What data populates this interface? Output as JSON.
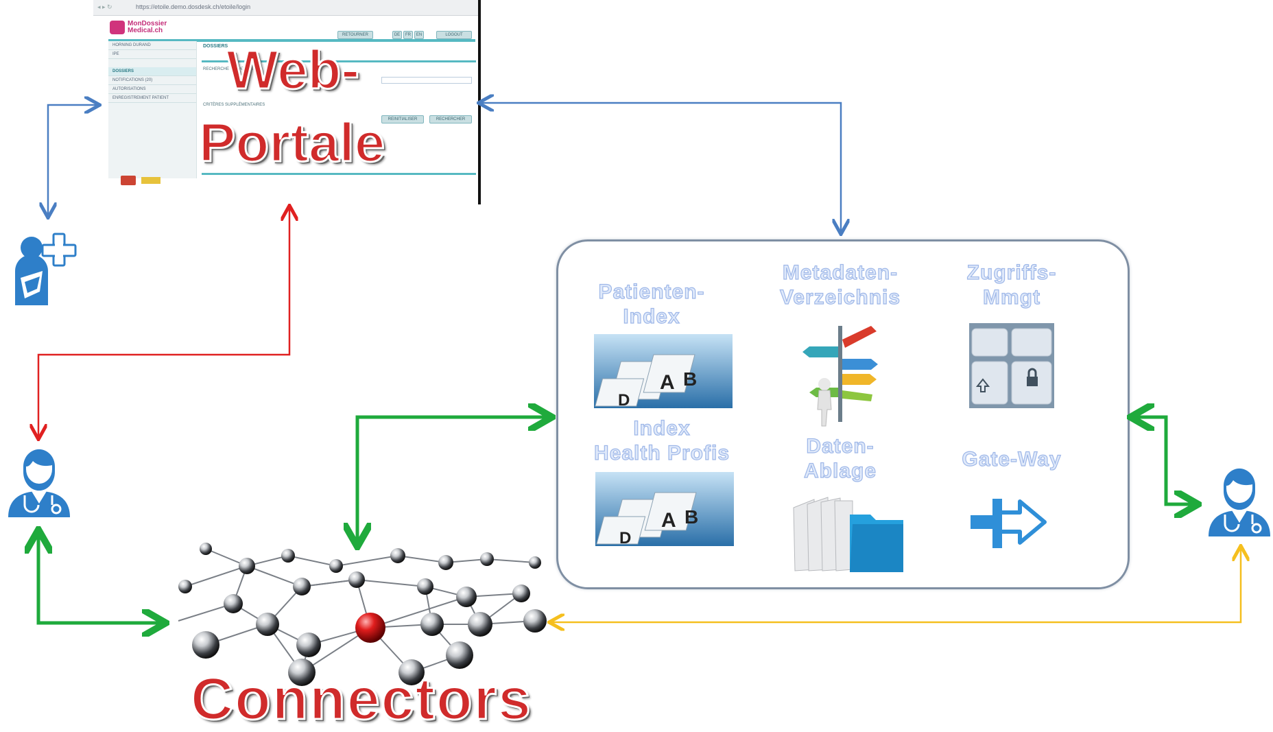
{
  "web_portale": {
    "label_line1": "Web-",
    "label_line2": "Portale",
    "browser_url": "https://etoile.demo.dosdesk.ch/etoile/login",
    "logo_text": "MonDossier Medical.ch",
    "sidebar_rows": [
      "HORNING DURAND",
      "IPE",
      "DOSSIERS",
      "NOTIFICATIONS (20)",
      "AUTORISATIONS",
      "ENREGISTREMENT PATIENT"
    ],
    "header_buttons": [
      "RETOURNER",
      "DE",
      "FR",
      "EN",
      "LOGOUT"
    ],
    "section_title": "DOSSIERS",
    "search_label": "RECHERCHE DE PATIENT",
    "criteria_label": "CRITÈRES SUPPLÉMENTAIRES",
    "action_buttons": [
      "REINITIALISER",
      "RECHERCHER"
    ]
  },
  "connectors": {
    "label": "Connectors"
  },
  "panel": {
    "items": [
      {
        "title_line1": "Patienten-",
        "title_line2": "Index",
        "icon": "index-cards-icon"
      },
      {
        "title_line1": "Metadaten-",
        "title_line2": "Verzeichnis",
        "icon": "signpost-icon"
      },
      {
        "title_line1": "Zugriffs-",
        "title_line2": "Mmgt",
        "icon": "keyboard-lock-icon"
      },
      {
        "title_line1": "Index",
        "title_line2": "Health Profis",
        "icon": "index-cards-icon"
      },
      {
        "title_line1": "Daten-",
        "title_line2": "Ablage",
        "icon": "folders-icon"
      },
      {
        "title_line1": "Gate-Way",
        "title_line2": "",
        "icon": "gateway-arrow-icon"
      }
    ]
  },
  "actors": [
    {
      "name": "patient",
      "icon": "patient-icon"
    },
    {
      "name": "doctor-left",
      "icon": "doctor-icon"
    },
    {
      "name": "doctor-right",
      "icon": "doctor-icon"
    }
  ],
  "colors": {
    "blue_arrow": "#4a7ec2",
    "red_arrow": "#e02020",
    "green_arrow": "#1faa3c",
    "yellow_arrow": "#f5bf1e",
    "actor_blue": "#2e7fc9",
    "label_red": "#d02b2b",
    "panel_text": "#dfe9fa"
  }
}
